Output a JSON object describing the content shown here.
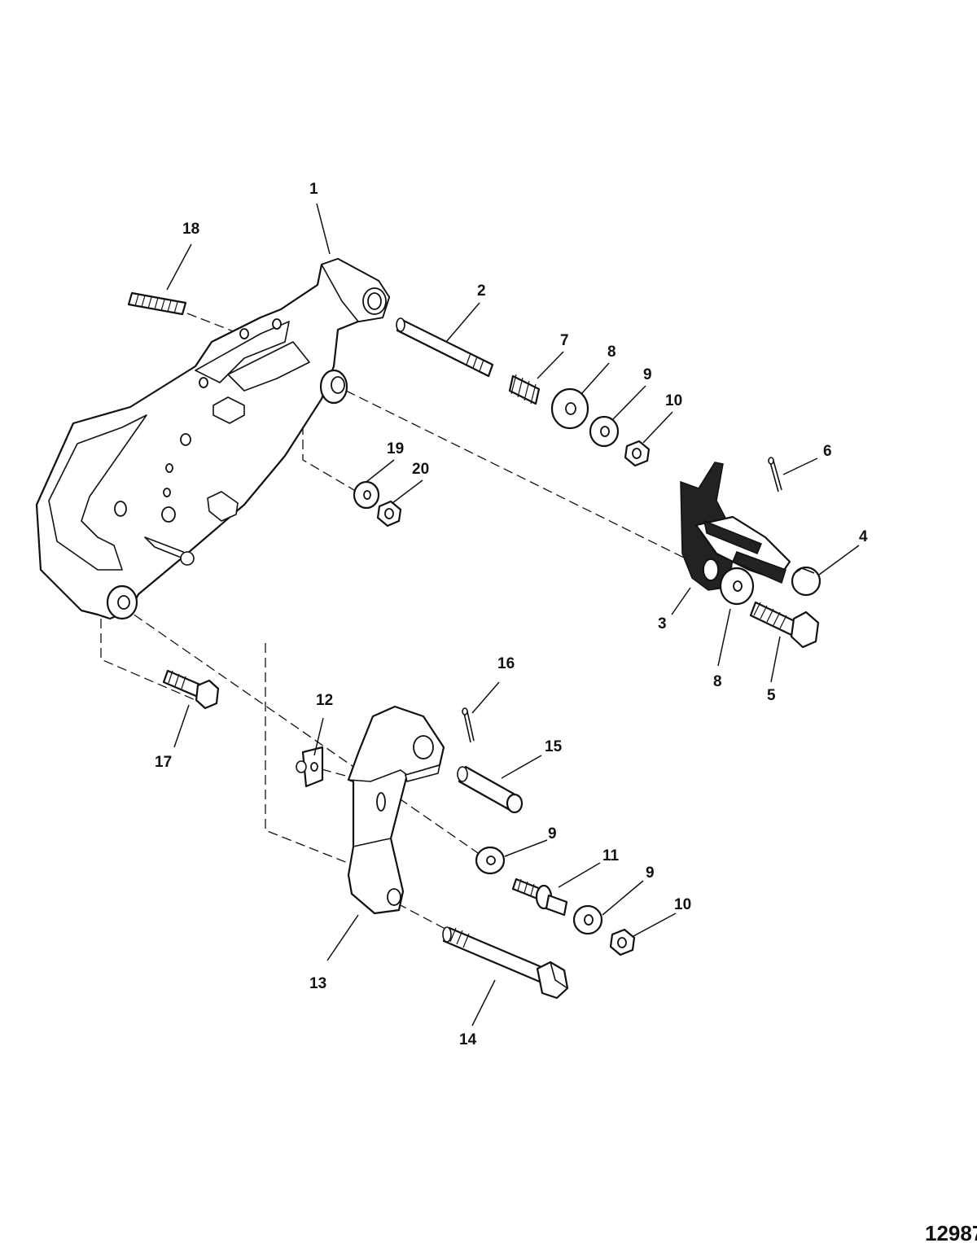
{
  "callouts": {
    "c1": "1",
    "c2": "2",
    "c3": "3",
    "c4": "4",
    "c5": "5",
    "c6": "6",
    "c7": "7",
    "c8a": "8",
    "c8b": "8",
    "c9a": "9",
    "c9b": "9",
    "c9c": "9",
    "c10a": "10",
    "c10b": "10",
    "c11": "11",
    "c12": "12",
    "c13": "13",
    "c14": "14",
    "c15": "15",
    "c16": "16",
    "c17": "17",
    "c18": "18",
    "c19": "19",
    "c20": "20"
  },
  "figure_number": "12987"
}
